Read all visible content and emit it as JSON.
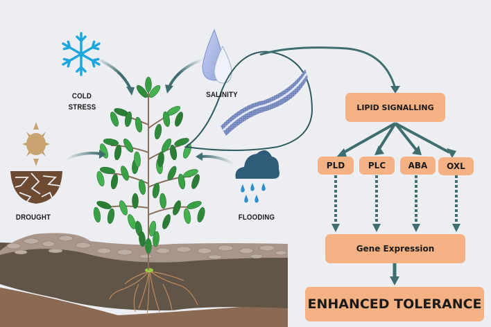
{
  "title": "Lipid signalling in plant abiotic stress tolerance",
  "stresses": {
    "cold": {
      "label_line1": "COLD",
      "label_line2": "STRESS",
      "icon": "snowflake-icon"
    },
    "salinity": {
      "label": "SALINITY",
      "icon": "water-drops-icon"
    },
    "drought": {
      "label": "DROUGHT",
      "icon": "sun-cracked-soil-icon"
    },
    "flooding": {
      "label": "FLOODING",
      "icon": "rain-cloud-icon"
    }
  },
  "membrane": {
    "icon": "lipid-bilayer-icon"
  },
  "flow": {
    "lipid_signalling": "LIPID SIGNALLING",
    "pathways": [
      "PLD",
      "PLC",
      "ABA",
      "OXL"
    ],
    "gene_expression": "Gene Expression",
    "outcome": "ENHANCED TOLERANCE"
  },
  "colors": {
    "background": "#edeef2",
    "box_fill": "#f4b183",
    "arrow": "#3e6e70",
    "snowflake": "#1ea7dc",
    "cloud": "#2f5d78",
    "rain": "#2e8fcf",
    "leaf": "#3aa046",
    "soil_top": "#a8968a",
    "soil_mid": "#615548",
    "soil_bottom": "#8b6a53"
  }
}
